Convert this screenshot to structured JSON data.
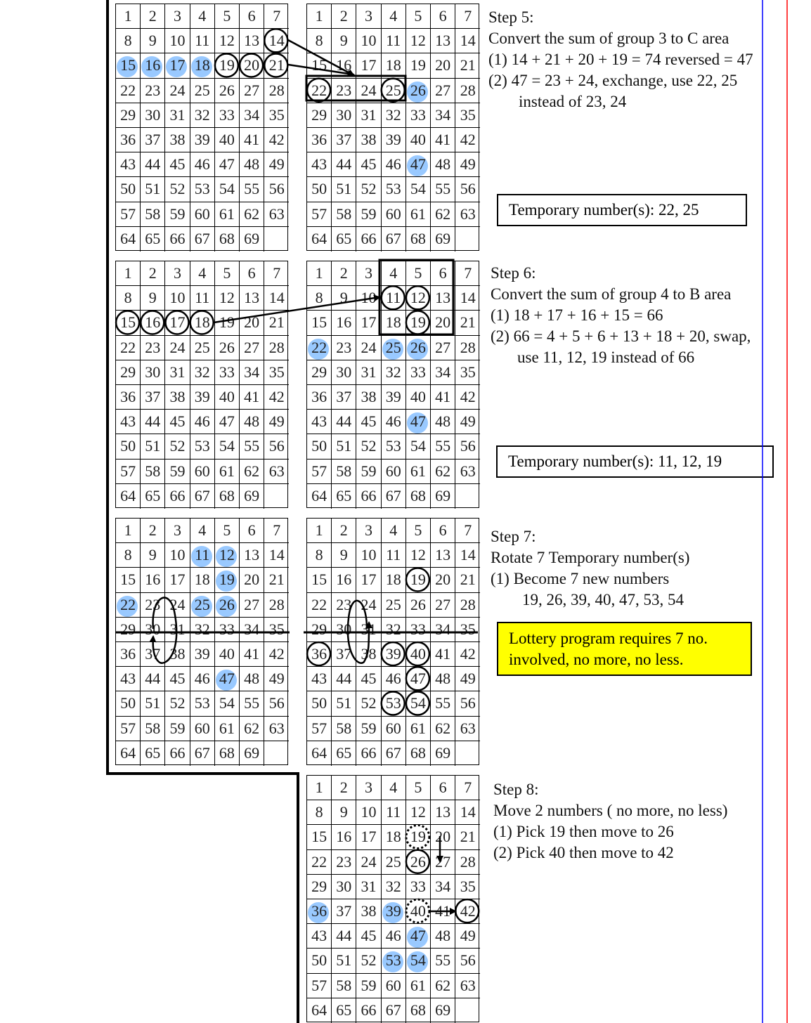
{
  "grid_numbers": [
    1,
    2,
    3,
    4,
    5,
    6,
    7,
    8,
    9,
    10,
    11,
    12,
    13,
    14,
    15,
    16,
    17,
    18,
    19,
    20,
    21,
    22,
    23,
    24,
    25,
    26,
    27,
    28,
    29,
    30,
    31,
    32,
    33,
    34,
    35,
    36,
    37,
    38,
    39,
    40,
    41,
    42,
    43,
    44,
    45,
    46,
    47,
    48,
    49,
    50,
    51,
    52,
    53,
    54,
    55,
    56,
    57,
    58,
    59,
    60,
    61,
    62,
    63,
    64,
    65,
    66,
    67,
    68,
    69
  ],
  "grids": [
    {
      "id": "step5-left",
      "blue": [
        15,
        16,
        17,
        18
      ],
      "circled": [
        14,
        19,
        20,
        21
      ],
      "dotted": []
    },
    {
      "id": "step5-right",
      "blue": [
        26,
        47
      ],
      "circled": [
        22,
        25
      ],
      "dotted": []
    },
    {
      "id": "step6-left",
      "blue": [],
      "circled": [
        15,
        16,
        17,
        18
      ],
      "dotted": []
    },
    {
      "id": "step6-right",
      "blue": [
        22,
        25,
        26,
        47
      ],
      "circled": [
        11,
        12,
        19
      ],
      "dotted": []
    },
    {
      "id": "step7-left",
      "blue": [
        11,
        12,
        19,
        22,
        25,
        26,
        47
      ],
      "circled": [],
      "dotted": []
    },
    {
      "id": "step7-right",
      "blue": [],
      "circled": [
        19,
        36,
        39,
        40,
        47,
        53,
        54
      ],
      "dotted": []
    },
    {
      "id": "step8",
      "blue": [
        36,
        39,
        47,
        53,
        54
      ],
      "circled": [
        26,
        42
      ],
      "dotted": [
        19,
        40
      ]
    }
  ],
  "step5": {
    "title": "Step 5:",
    "line1": "Convert the sum of group 3 to C area",
    "line2": "(1) 14 + 21 + 20 + 19 = 74 reversed = 47",
    "line3": "(2) 47 = 23 + 24, exchange, use 22, 25",
    "line4": "instead of 23, 24",
    "temp": "Temporary number(s):  22, 25"
  },
  "step6": {
    "title": "Step 6:",
    "line1": "Convert the sum of group 4 to B area",
    "line2": "(1)  18 + 17 + 16 + 15 = 66",
    "line3": "(2) 66 = 4 + 5 + 6 + 13 + 18 + 20, swap,",
    "line4": "use 11, 12, 19 instead of 66",
    "temp": "Temporary number(s):  11, 12, 19"
  },
  "step7": {
    "title": "Step 7:",
    "line1": "Rotate 7 Temporary number(s)",
    "line2": "(1)  Become 7 new numbers",
    "line3": "19, 26, 39, 40, 47, 53, 54",
    "note1": "Lottery program requires 7 no.",
    "note2": "involved, no more, no less."
  },
  "step8": {
    "title": "Step 8:",
    "line1": "Move 2 numbers ( no more, no less)",
    "line2": "(1)  Pick 19 then move to 26",
    "line3": "(2)  Pick 40 then move to 42"
  },
  "colors": {
    "highlight": "#99c9ff",
    "note_bg": "#ffff00",
    "blue_line": "#0000ff",
    "red_line": "#ff0000"
  }
}
